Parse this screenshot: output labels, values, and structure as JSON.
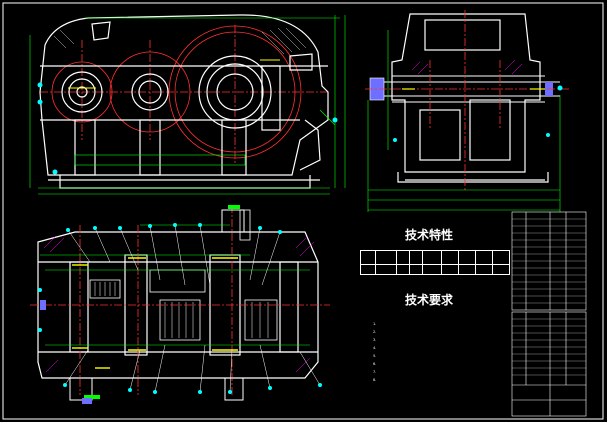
{
  "drawing": {
    "spec_title": "技术特性",
    "req_title": "技术要求",
    "requirements": [
      "1.",
      "2.",
      "3.",
      "4.",
      "5.",
      "6.",
      "7.",
      "8."
    ],
    "colors": {
      "background": "#000000",
      "outline": "#ffffff",
      "dimension": "#00ff00",
      "centerline": "#ff0000",
      "label": "#00ffff",
      "marker": "#ffff00",
      "hatch": "#ff00ff",
      "bearing": "#6f6fff"
    }
  }
}
